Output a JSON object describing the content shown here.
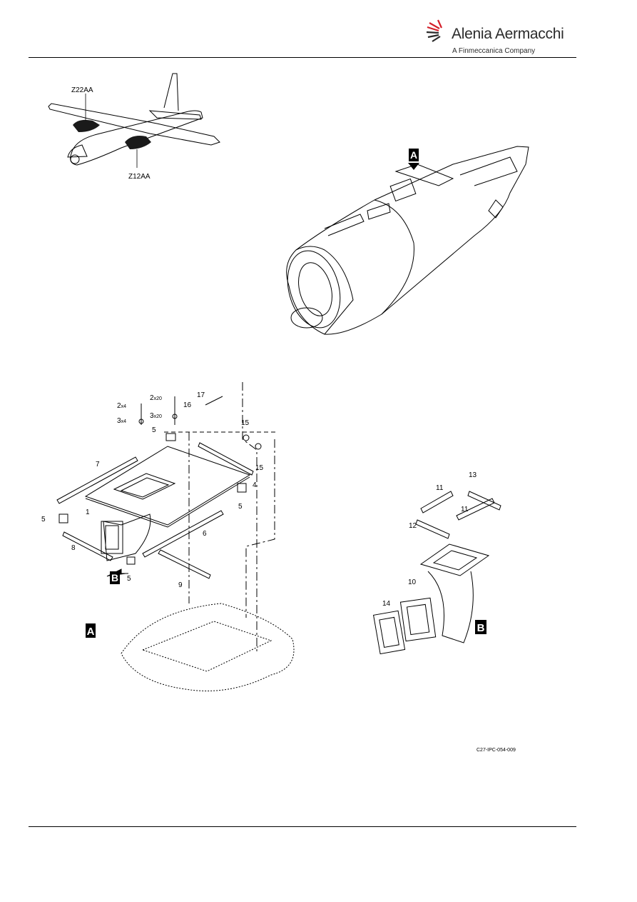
{
  "header": {
    "brand_name": "Alenia Aermacchi",
    "brand_sub": "A Finmeccanica Company",
    "logo_colors": {
      "red": "#d4202a",
      "dark": "#2b2b2b"
    }
  },
  "locator": {
    "zone_top": "Z22AA",
    "zone_bottom": "Z12AA"
  },
  "views": {
    "view_a": "A",
    "view_b": "B"
  },
  "callouts": {
    "c1": "1",
    "c2a": "2",
    "c2a_qty": "x4",
    "c2b": "2",
    "c2b_qty": "x20",
    "c3a": "3",
    "c3a_qty": "x4",
    "c3b": "3",
    "c3b_qty": "x20",
    "c4": "4",
    "c5a": "5",
    "c5b": "5",
    "c5c": "5",
    "c5d": "5",
    "c6": "6",
    "c7": "7",
    "c8": "8",
    "c9": "9",
    "c10": "10",
    "c11a": "11",
    "c11b": "11",
    "c12": "12",
    "c13": "13",
    "c14": "14",
    "c15a": "15",
    "c15b": "15",
    "c16": "16",
    "c17": "17"
  },
  "figure_id": "C27-IPC-054-009"
}
